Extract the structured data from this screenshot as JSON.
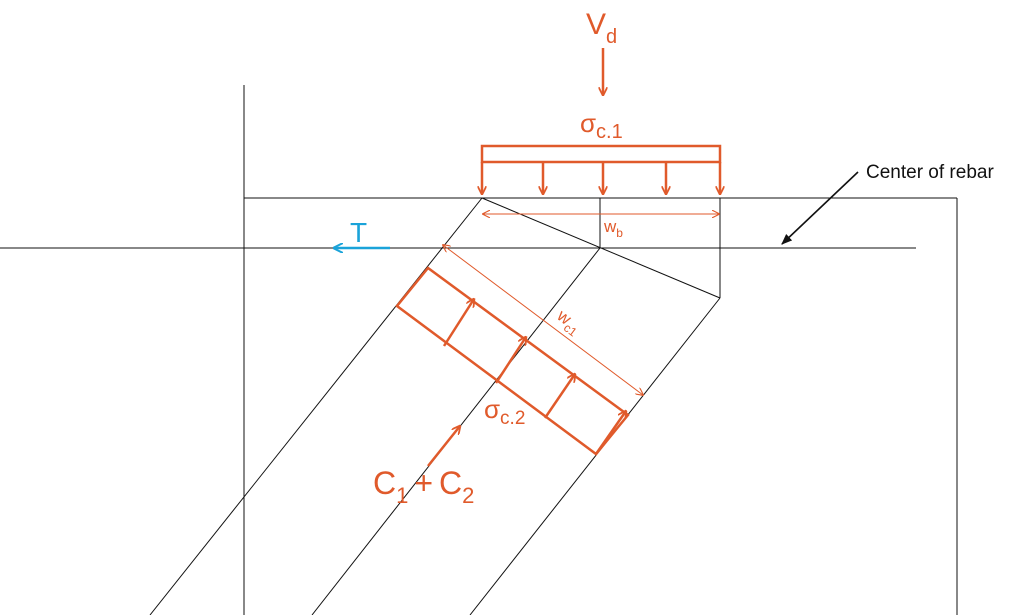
{
  "labels": {
    "vd_main": "V",
    "vd_sub": "d",
    "sigma1_main": "σ",
    "sigma1_sub": "c.1",
    "wb_main": "w",
    "wb_sub": "b",
    "center_of_rebar": "Center of rebar",
    "tension": "T",
    "wc1_main": "w",
    "wc1_sub": "c1",
    "sigma2_main": "σ",
    "sigma2_sub": "c.2",
    "c1": "C",
    "c1_sub": "1",
    "plus": "+",
    "c2": "C",
    "c2_sub": "2"
  },
  "colors": {
    "load": "#e05a2b",
    "tension": "#1aa3d9",
    "lines": "#111111",
    "background": "#ffffff"
  }
}
